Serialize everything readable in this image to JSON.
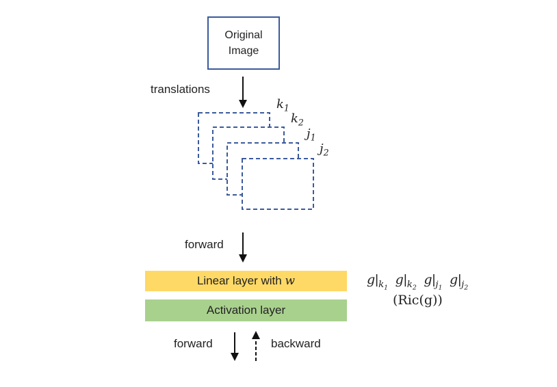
{
  "nodes": {
    "original_image": [
      "Original",
      "Image"
    ],
    "linear_layer": "Linear layer with",
    "linear_layer_var": "w",
    "activation_layer": "Activation layer"
  },
  "edges": {
    "translations": "translations",
    "forward_top": "forward",
    "forward_bottom": "forward",
    "backward": "backward"
  },
  "translation_labels": [
    {
      "base": "k",
      "sub": "1"
    },
    {
      "base": "k",
      "sub": "2"
    },
    {
      "base": "j",
      "sub": "1"
    },
    {
      "base": "j",
      "sub": "2"
    }
  ],
  "metric_terms": [
    "k1",
    "k2",
    "j1",
    "j2"
  ],
  "metric_base": "g",
  "ricci": "(Ric(g))"
}
